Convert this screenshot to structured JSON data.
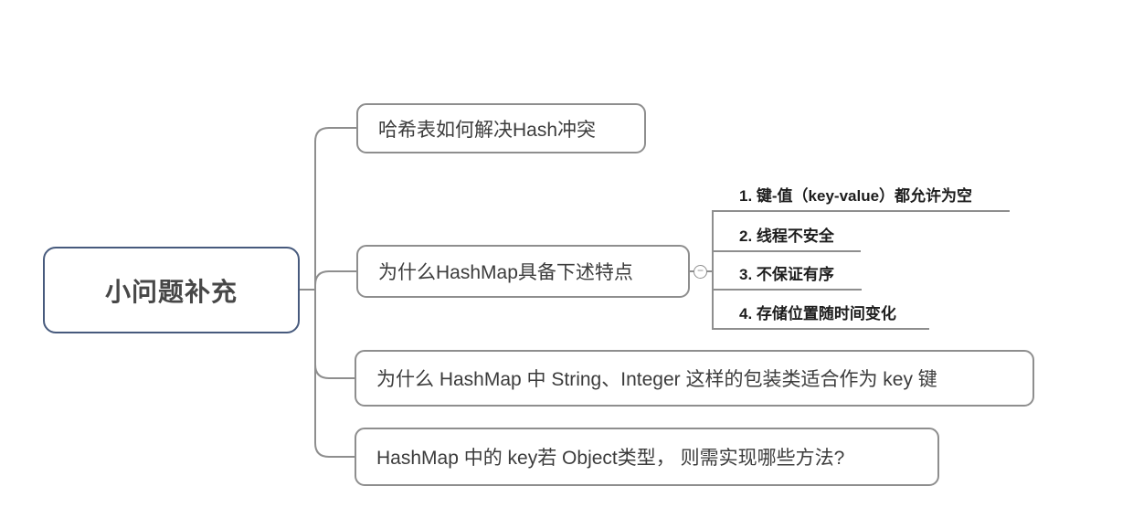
{
  "root": {
    "label": "小问题补充"
  },
  "branches": [
    {
      "label": "哈希表如何解决Hash冲突"
    },
    {
      "label": "为什么HashMap具备下述特点",
      "children": [
        {
          "label": "1. 键-值（key-value）都允许为空"
        },
        {
          "label": "2. 线程不安全"
        },
        {
          "label": "3. 不保证有序"
        },
        {
          "label": "4. 存储位置随时间变化"
        }
      ]
    },
    {
      "label": "为什么 HashMap 中 String、Integer 这样的包装类适合作为 key 键"
    },
    {
      "label": "HashMap 中的 key若 Object类型， 则需实现哪些方法?"
    }
  ],
  "icons": {
    "collapse_minus": "−"
  },
  "colors": {
    "root_border": "#475a7d",
    "line": "#8e8e8e",
    "branch_text": "#3c3c3c",
    "child_text": "#1d1d1d",
    "background": "#ffffff"
  }
}
